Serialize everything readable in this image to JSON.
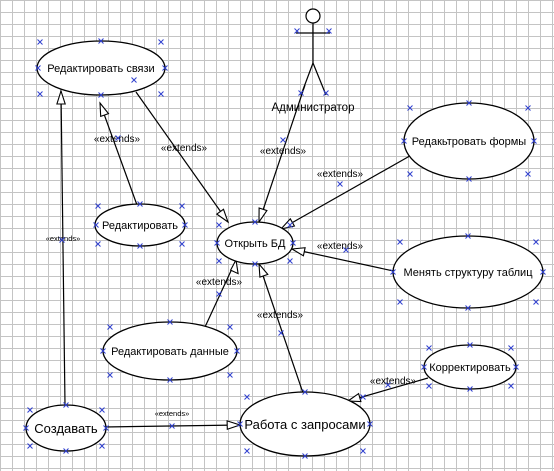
{
  "actor": {
    "name": "Администратор"
  },
  "use_cases": {
    "edit_links": "Редактировать связи",
    "edit": "Редактировать",
    "open_db": "Открыть БД",
    "edit_forms": "Редакьтровать формы",
    "change_structure": "Менять структуру таблиц",
    "edit_data": "Редактировать данные",
    "correct": "Корректировать",
    "create": "Создавать",
    "queries": "Работа с запросами"
  },
  "labels": {
    "extends_editlinks_opendb": "«extends»",
    "extends_edit_editlinks": "«extends»",
    "extends_create_editlinks": "«extends»",
    "extends_admin": "«extends»",
    "extends_forms": "«extends»",
    "extends_structure": "«extends»",
    "extends_data": "«extends»",
    "extends_queries": "«extends»",
    "extends_correct": "«extends»",
    "extends_create_queries": "«extends»"
  }
}
